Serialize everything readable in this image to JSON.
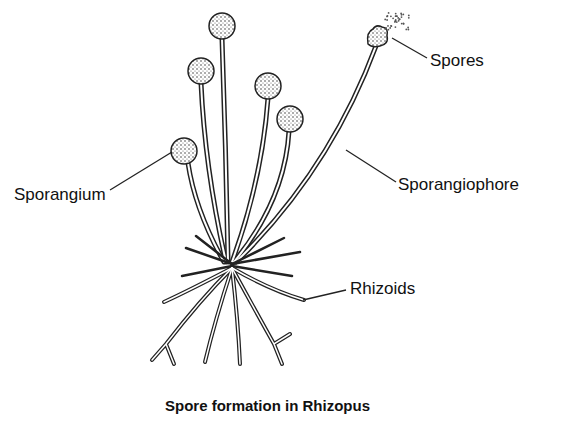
{
  "diagram": {
    "caption": "Spore formation in Rhizopus",
    "labels": [
      "Spores",
      "Sporangium",
      "Sporangiophore",
      "Rhizoids"
    ]
  }
}
